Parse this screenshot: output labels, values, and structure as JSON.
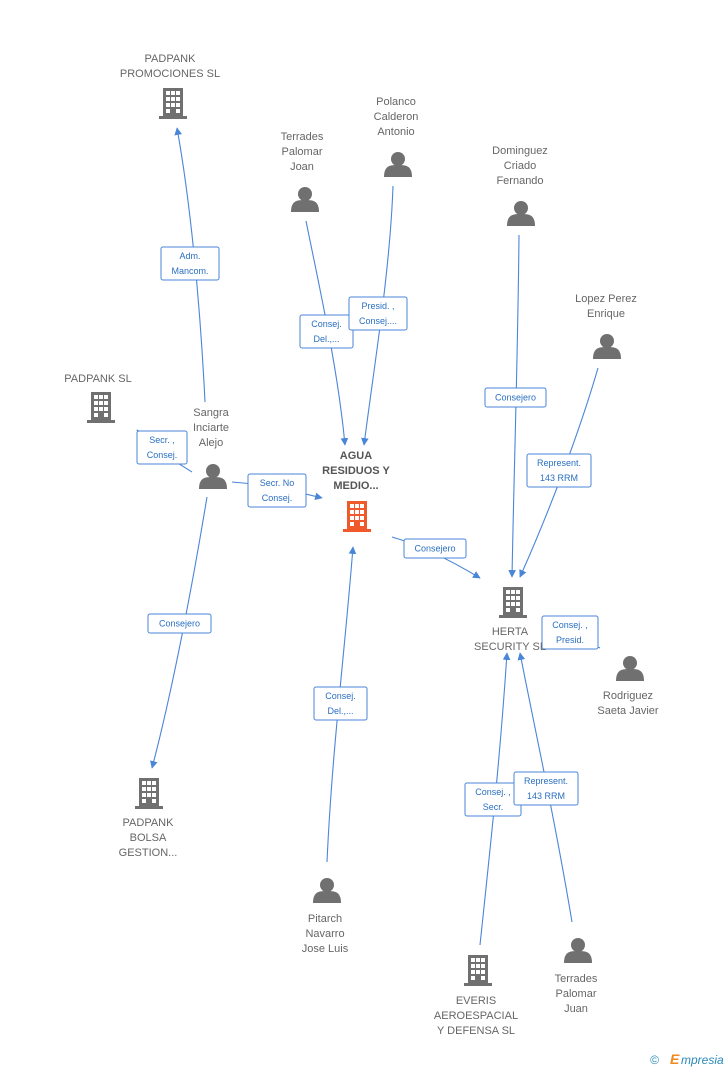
{
  "nodes": [
    {
      "id": "padpank_prom",
      "type": "company",
      "lines": [
        "PADPANK",
        "PROMOCIONES SL"
      ]
    },
    {
      "id": "padpank_sl",
      "type": "company",
      "lines": [
        "PADPANK SL"
      ]
    },
    {
      "id": "padpank_bolsa",
      "type": "company",
      "lines": [
        "PADPANK",
        "BOLSA",
        "GESTION..."
      ]
    },
    {
      "id": "agua",
      "type": "company",
      "accent": "#f05a2a",
      "lines": [
        "AGUA",
        "RESIDUOS Y",
        "MEDIO..."
      ]
    },
    {
      "id": "herta",
      "type": "company",
      "lines": [
        "HERTA",
        "SECURITY SL"
      ]
    },
    {
      "id": "everis",
      "type": "company",
      "lines": [
        "EVERIS",
        "AEROESPACIAL",
        "Y DEFENSA SL"
      ]
    },
    {
      "id": "terrades_joan",
      "type": "person",
      "lines": [
        "Terrades",
        "Palomar",
        "Joan"
      ]
    },
    {
      "id": "polanco",
      "type": "person",
      "lines": [
        "Polanco",
        "Calderon",
        "Antonio"
      ]
    },
    {
      "id": "dominguez",
      "type": "person",
      "lines": [
        "Dominguez",
        "Criado",
        "Fernando"
      ]
    },
    {
      "id": "lopez",
      "type": "person",
      "lines": [
        "Lopez Perez",
        "Enrique"
      ]
    },
    {
      "id": "sangra",
      "type": "person",
      "lines": [
        "Sangra",
        "Inciarte",
        "Alejo"
      ]
    },
    {
      "id": "rodriguez",
      "type": "person",
      "lines": [
        "Rodriguez",
        "Saeta Javier"
      ]
    },
    {
      "id": "pitarch",
      "type": "person",
      "lines": [
        "Pitarch",
        "Navarro",
        "Jose Luis"
      ]
    },
    {
      "id": "terrades_juan",
      "type": "person",
      "lines": [
        "Terrades",
        "Palomar",
        "Juan"
      ]
    }
  ],
  "edges": [
    {
      "id": "e1",
      "from": "sangra",
      "to": "padpank_prom",
      "label": [
        "Adm.",
        "Mancom."
      ]
    },
    {
      "id": "e2",
      "from": "sangra",
      "to": "padpank_sl",
      "label": [
        "Secr. ,",
        "Consej."
      ]
    },
    {
      "id": "e3",
      "from": "sangra",
      "to": "agua",
      "label": [
        "Secr.  No",
        "Consej."
      ]
    },
    {
      "id": "e4",
      "from": "sangra",
      "to": "padpank_bolsa",
      "label": [
        "Consejero"
      ]
    },
    {
      "id": "e5",
      "from": "terrades_joan",
      "to": "agua",
      "label": [
        "Consej.",
        "Del.,..."
      ]
    },
    {
      "id": "e6",
      "from": "polanco",
      "to": "agua",
      "label": [
        "Presid. ,",
        "Consej...."
      ]
    },
    {
      "id": "e7",
      "from": "pitarch",
      "to": "agua",
      "label": [
        "Consej.",
        "Del.,..."
      ]
    },
    {
      "id": "e8",
      "from": "agua",
      "to": "herta",
      "label": [
        "Consejero"
      ]
    },
    {
      "id": "e9",
      "from": "dominguez",
      "to": "herta",
      "label": [
        "Consejero"
      ]
    },
    {
      "id": "e10",
      "from": "lopez",
      "to": "herta",
      "label": [
        "Represent.",
        "143 RRM"
      ]
    },
    {
      "id": "e11",
      "from": "rodriguez",
      "to": "herta",
      "label": [
        "Consej. ,",
        "Presid."
      ]
    },
    {
      "id": "e12",
      "from": "everis",
      "to": "herta",
      "label": [
        "Consej. ,",
        "Secr."
      ]
    },
    {
      "id": "e13",
      "from": "terrades_juan",
      "to": "herta",
      "label": [
        "Represent.",
        "143 RRM"
      ]
    }
  ],
  "colors": {
    "edge": "#4a86d8",
    "icon": "#707070",
    "accent": "#f05a2a"
  },
  "footer": {
    "copyright": "©",
    "brand_e": "E",
    "brand_rest": "mpresia"
  }
}
